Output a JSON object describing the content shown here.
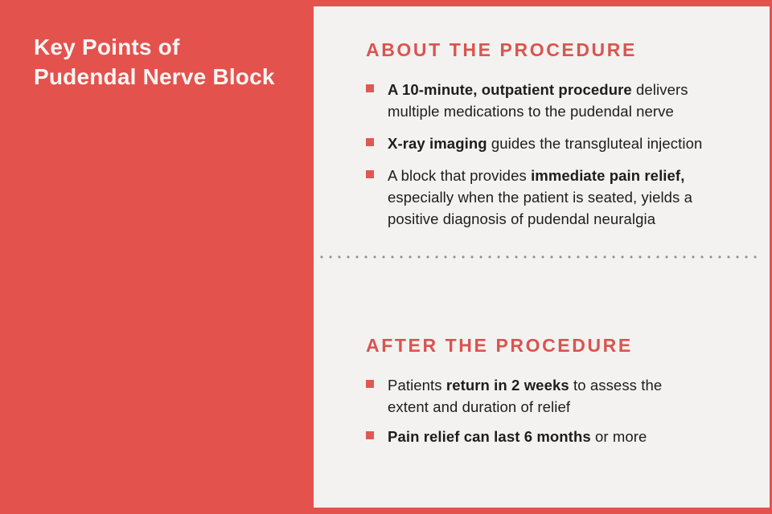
{
  "left_panel": {
    "title": "Key Points of\nPudendal Nerve Block"
  },
  "sections": [
    {
      "id": "about",
      "heading": "ABOUT THE PROCEDURE",
      "bullets": [
        [
          {
            "t": "A 10-minute, outpatient procedure",
            "b": true
          },
          {
            "t": " delivers\nmultiple medications to the pudendal nerve",
            "b": false
          }
        ],
        [
          {
            "t": "X-ray imaging",
            "b": true
          },
          {
            "t": " guides the transgluteal injection",
            "b": false
          }
        ],
        [
          {
            "t": "A block that provides ",
            "b": false
          },
          {
            "t": "immediate pain relief,",
            "b": true
          },
          {
            "t": "\nespecially when the patient is seated, yields a\npositive diagnosis of pudendal neuralgia",
            "b": false
          }
        ]
      ]
    },
    {
      "id": "after",
      "heading": "AFTER THE PROCEDURE",
      "bullets": [
        [
          {
            "t": "Patients ",
            "b": false
          },
          {
            "t": "return in 2 weeks",
            "b": true
          },
          {
            "t": " to assess the\nextent and duration of relief",
            "b": false
          }
        ],
        [
          {
            "t": "Pain relief can last 6 months",
            "b": true
          },
          {
            "t": " or more",
            "b": false
          }
        ]
      ]
    }
  ],
  "colors": {
    "background_red": "#e4524e",
    "panel_background": "#f3f2f0",
    "accent_heading": "#d95450",
    "bullet_square": "#de5953",
    "body_text": "#1d1d1b",
    "title_text": "#f9f6f3",
    "divider_dot": "#8f8f8f"
  }
}
